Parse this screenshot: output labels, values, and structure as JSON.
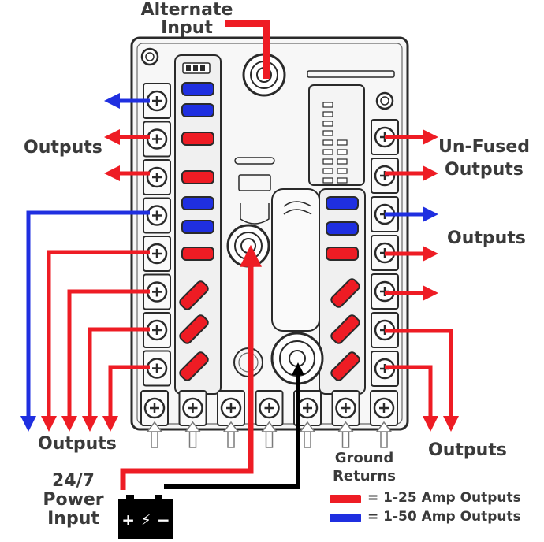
{
  "labels": {
    "alternate_input_1": "Alternate",
    "alternate_input_2": "Input",
    "outputs_left_top": "Outputs",
    "outputs_left_bottom": "Outputs",
    "unfused_1": "Un-Fused",
    "unfused_2": "Outputs",
    "outputs_right_mid": "Outputs",
    "outputs_right_bottom": "Outputs",
    "ground_1": "Ground",
    "ground_2": "Returns",
    "power_1": "24/7",
    "power_2": "Power",
    "power_3": "Input",
    "battery_symbol": "+ ⚡ −"
  },
  "legend": [
    {
      "color": "#ee1c24",
      "text": "= 1-25 Amp Outputs"
    },
    {
      "color": "#1f2fe0",
      "text": "= 1-50 Amp Outputs"
    }
  ],
  "colors": {
    "red": "#ee1c24",
    "blue": "#1f2fe0",
    "black": "#000000",
    "outline": "#2a2a2a",
    "panel": "#f3f3f3",
    "arrow_gray": "#9a9a9a"
  },
  "left_fuses": [
    "blue",
    "blue",
    "red",
    "red",
    "blue",
    "blue",
    "red",
    "red-diag",
    "red-diag",
    "red-diag"
  ],
  "right_fuses": [
    "blue",
    "blue",
    "red",
    "red-diag",
    "red-diag",
    "red-diag"
  ]
}
